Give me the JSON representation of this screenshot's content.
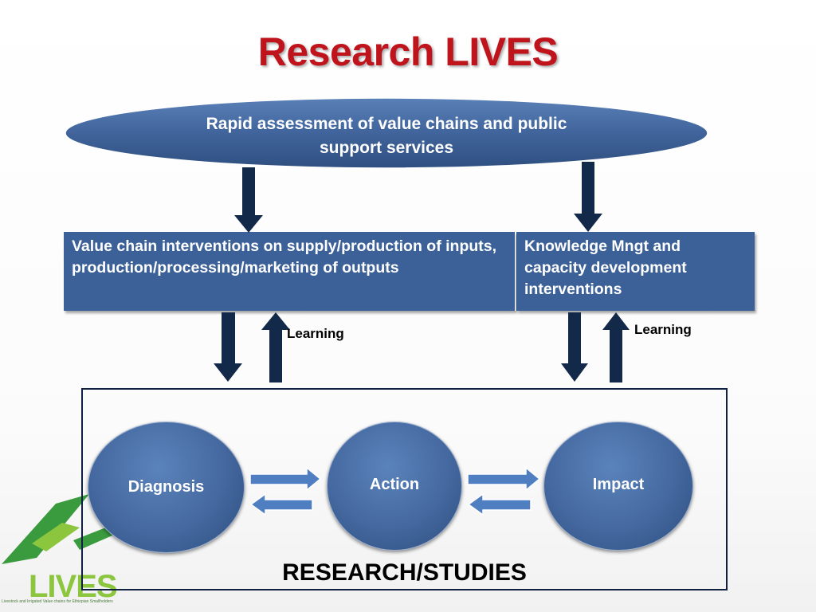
{
  "title": "Research LIVES",
  "top_node": "Rapid assessment of value chains and public support services",
  "boxes": {
    "left": "Value chain interventions on supply/production of inputs, production/processing/marketing of outputs",
    "right": "Knowledge Mngt and capacity development interventions"
  },
  "learning_labels": [
    "Learning",
    "Learning"
  ],
  "cycle": {
    "nodes": [
      "Diagnosis",
      "Action",
      "Impact"
    ],
    "frame_label": "RESEARCH/STUDIES"
  },
  "logo": {
    "text": "LIVES",
    "tagline": "Livestock and Irrigated Value chains for Ethiopian Smallholders"
  },
  "colors": {
    "title": "#c0141c",
    "box_fill": "#3c6198",
    "arrow_dark": "#13294a",
    "arrow_light": "#4f7fc0",
    "logo_green": "#8cc63f"
  }
}
